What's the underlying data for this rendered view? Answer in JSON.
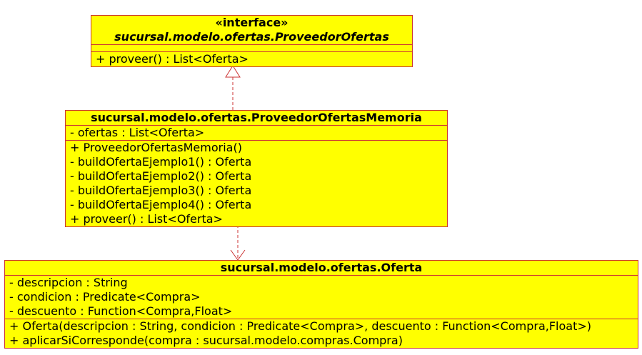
{
  "interface": {
    "stereotype": "«interface»",
    "name": "sucursal.modelo.ofertas.ProveedorOfertas",
    "attributes": [],
    "methods": [
      "+ proveer() : List<Oferta>"
    ]
  },
  "memoria": {
    "name": "sucursal.modelo.ofertas.ProveedorOfertasMemoria",
    "attributes": [
      "- ofertas : List<Oferta>"
    ],
    "methods": [
      "+ ProveedorOfertasMemoria()",
      "- buildOfertaEjemplo1() : Oferta",
      "- buildOfertaEjemplo2() : Oferta",
      "- buildOfertaEjemplo3() : Oferta",
      "- buildOfertaEjemplo4() : Oferta",
      "+ proveer() : List<Oferta>"
    ]
  },
  "oferta": {
    "name": "sucursal.modelo.ofertas.Oferta",
    "attributes": [
      "- descripcion : String",
      "- condicion : Predicate<Compra>",
      "- descuento : Function<Compra,Float>"
    ],
    "methods": [
      "+ Oferta(descripcion : String, condicion : Predicate<Compra>, descuento : Function<Compra,Float>)",
      "+ aplicarSiCorresponde(compra : sucursal.modelo.compras.Compra)"
    ]
  },
  "relations": [
    {
      "from": "ProveedorOfertasMemoria",
      "to": "ProveedorOfertas",
      "kind": "realization"
    },
    {
      "from": "ProveedorOfertasMemoria",
      "to": "Oferta",
      "kind": "dependency"
    }
  ],
  "colors": {
    "fill": "#ffff00",
    "border": "#cc3333",
    "text": "#000000"
  }
}
